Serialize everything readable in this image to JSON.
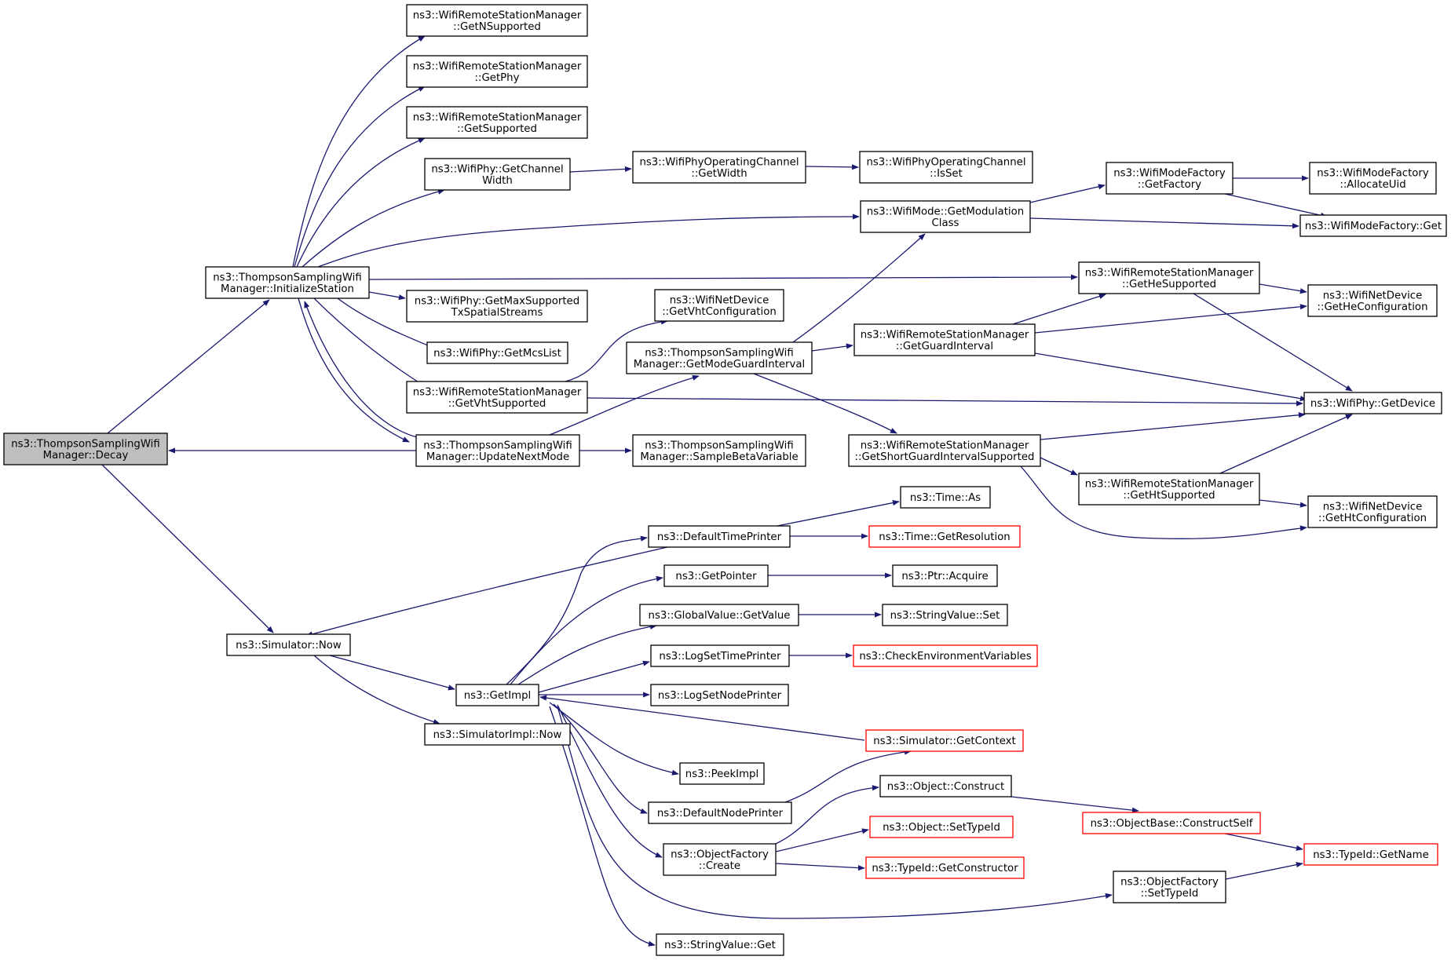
{
  "colors": {
    "edge": "#191970",
    "node_fill": "#ffffff",
    "node_border": "#000000",
    "current_fill": "#bfbfbf",
    "truncated_border": "#ff0000"
  },
  "nodes": [
    {
      "id": "decay",
      "lines": [
        "ns3::ThompsonSamplingWifi",
        "Manager::Decay"
      ],
      "current": true
    },
    {
      "id": "initstation",
      "lines": [
        "ns3::ThompsonSamplingWifi",
        "Manager::InitializeStation"
      ]
    },
    {
      "id": "simnow",
      "lines": [
        "ns3::Simulator::Now"
      ]
    },
    {
      "id": "getnsupported",
      "lines": [
        "ns3::WifiRemoteStationManager",
        "::GetNSupported"
      ]
    },
    {
      "id": "getphy",
      "lines": [
        "ns3::WifiRemoteStationManager",
        "::GetPhy"
      ]
    },
    {
      "id": "getsupported",
      "lines": [
        "ns3::WifiRemoteStationManager",
        "::GetSupported"
      ]
    },
    {
      "id": "getchannelwidth",
      "lines": [
        "ns3::WifiPhy::GetChannel",
        "Width"
      ]
    },
    {
      "id": "getmaxsupported",
      "lines": [
        "ns3::WifiPhy::GetMaxSupported",
        "TxSpatialStreams"
      ]
    },
    {
      "id": "getmcslist",
      "lines": [
        "ns3::WifiPhy::GetMcsList"
      ]
    },
    {
      "id": "getvhtsupported",
      "lines": [
        "ns3::WifiRemoteStationManager",
        "::GetVhtSupported"
      ]
    },
    {
      "id": "updatenextmode",
      "lines": [
        "ns3::ThompsonSamplingWifi",
        "Manager::UpdateNextMode"
      ]
    },
    {
      "id": "getimpl",
      "lines": [
        "ns3::GetImpl"
      ]
    },
    {
      "id": "simimplnow",
      "lines": [
        "ns3::SimulatorImpl::Now"
      ]
    },
    {
      "id": "opchanwidth",
      "lines": [
        "ns3::WifiPhyOperatingChannel",
        "::GetWidth"
      ]
    },
    {
      "id": "getvhtconfig",
      "lines": [
        "ns3::WifiNetDevice",
        "::GetVhtConfiguration"
      ]
    },
    {
      "id": "getmodeguard",
      "lines": [
        "ns3::ThompsonSamplingWifi",
        "Manager::GetModeGuardInterval"
      ]
    },
    {
      "id": "samplebeta",
      "lines": [
        "ns3::ThompsonSamplingWifi",
        "Manager::SampleBetaVariable"
      ]
    },
    {
      "id": "defaulttimeprinter",
      "lines": [
        "ns3::DefaultTimePrinter"
      ]
    },
    {
      "id": "getpointer",
      "lines": [
        "ns3::GetPointer"
      ]
    },
    {
      "id": "globalgetvalue",
      "lines": [
        "ns3::GlobalValue::GetValue"
      ]
    },
    {
      "id": "logsettimeprinter",
      "lines": [
        "ns3::LogSetTimePrinter"
      ]
    },
    {
      "id": "logsetnodeprinter",
      "lines": [
        "ns3::LogSetNodePrinter"
      ]
    },
    {
      "id": "peekimpl",
      "lines": [
        "ns3::PeekImpl"
      ]
    },
    {
      "id": "defaultnodeprinter",
      "lines": [
        "ns3::DefaultNodePrinter"
      ]
    },
    {
      "id": "objfactorycreate",
      "lines": [
        "ns3::ObjectFactory",
        "::Create"
      ]
    },
    {
      "id": "stringvalueget",
      "lines": [
        "ns3::StringValue::Get"
      ]
    },
    {
      "id": "opchanisset",
      "lines": [
        "ns3::WifiPhyOperatingChannel",
        "::IsSet"
      ]
    },
    {
      "id": "getmodclass",
      "lines": [
        "ns3::WifiMode::GetModulation",
        "Class"
      ]
    },
    {
      "id": "getguardinterval",
      "lines": [
        "ns3::WifiRemoteStationManager",
        "::GetGuardInterval"
      ]
    },
    {
      "id": "getshortgi",
      "lines": [
        "ns3::WifiRemoteStationManager",
        "::GetShortGuardIntervalSupported"
      ]
    },
    {
      "id": "timeas",
      "lines": [
        "ns3::Time::As"
      ]
    },
    {
      "id": "timegetres",
      "lines": [
        "ns3::Time::GetResolution"
      ],
      "truncated": true
    },
    {
      "id": "ptracquire",
      "lines": [
        "ns3::Ptr::Acquire"
      ]
    },
    {
      "id": "stringvalueset",
      "lines": [
        "ns3::StringValue::Set"
      ]
    },
    {
      "id": "checkenv",
      "lines": [
        "ns3::CheckEnvironmentVariables"
      ],
      "truncated": true
    },
    {
      "id": "simgetcontext",
      "lines": [
        "ns3::Simulator::GetContext"
      ],
      "truncated": true
    },
    {
      "id": "objconstruct",
      "lines": [
        "ns3::Object::Construct"
      ]
    },
    {
      "id": "objsettypeid",
      "lines": [
        "ns3::Object::SetTypeId"
      ],
      "truncated": true
    },
    {
      "id": "typeidgetctor",
      "lines": [
        "ns3::TypeId::GetConstructor"
      ],
      "truncated": true
    },
    {
      "id": "modefactoryget",
      "lines": [
        "ns3::WifiModeFactory",
        "::GetFactory"
      ]
    },
    {
      "id": "getheSupported",
      "lines": [
        "ns3::WifiRemoteStationManager",
        "::GetHeSupported"
      ]
    },
    {
      "id": "gethtsupported",
      "lines": [
        "ns3::WifiRemoteStationManager",
        "::GetHtSupported"
      ]
    },
    {
      "id": "constructself",
      "lines": [
        "ns3::ObjectBase::ConstructSelf"
      ],
      "truncated": true
    },
    {
      "id": "objfactsettypeid",
      "lines": [
        "ns3::ObjectFactory",
        "::SetTypeId"
      ]
    },
    {
      "id": "allocateuid",
      "lines": [
        "ns3::WifiModeFactory",
        "::AllocateUid"
      ]
    },
    {
      "id": "wifimodefactoryget",
      "lines": [
        "ns3::WifiModeFactory::Get"
      ]
    },
    {
      "id": "getheconfig",
      "lines": [
        "ns3::WifiNetDevice",
        "::GetHeConfiguration"
      ]
    },
    {
      "id": "phygetdevice",
      "lines": [
        "ns3::WifiPhy::GetDevice"
      ]
    },
    {
      "id": "gethtconfig",
      "lines": [
        "ns3::WifiNetDevice",
        "::GetHtConfiguration"
      ]
    },
    {
      "id": "typeidgetname",
      "lines": [
        "ns3::TypeId::GetName"
      ],
      "truncated": true
    }
  ],
  "edges": [
    [
      "decay",
      "initstation"
    ],
    [
      "decay",
      "simnow"
    ],
    [
      "initstation",
      "getnsupported"
    ],
    [
      "initstation",
      "getphy"
    ],
    [
      "initstation",
      "getsupported"
    ],
    [
      "initstation",
      "getchannelwidth"
    ],
    [
      "initstation",
      "getmodclass"
    ],
    [
      "initstation",
      "getheSupported"
    ],
    [
      "initstation",
      "getmaxsupported"
    ],
    [
      "initstation",
      "getmcslist"
    ],
    [
      "initstation",
      "getvhtsupported"
    ],
    [
      "initstation",
      "updatenextmode"
    ],
    [
      "updatenextmode",
      "initstation"
    ],
    [
      "updatenextmode",
      "decay"
    ],
    [
      "updatenextmode",
      "getmodeguard"
    ],
    [
      "updatenextmode",
      "samplebeta"
    ],
    [
      "getchannelwidth",
      "opchanwidth"
    ],
    [
      "opchanwidth",
      "opchanisset"
    ],
    [
      "getvhtsupported",
      "getvhtconfig"
    ],
    [
      "getvhtsupported",
      "phygetdevice"
    ],
    [
      "getmodeguard",
      "getmodclass"
    ],
    [
      "getmodeguard",
      "getguardinterval"
    ],
    [
      "getmodeguard",
      "getshortgi"
    ],
    [
      "getmodclass",
      "modefactoryget"
    ],
    [
      "getmodclass",
      "wifimodefactoryget"
    ],
    [
      "modefactoryget",
      "allocateuid"
    ],
    [
      "modefactoryget",
      "wifimodefactoryget"
    ],
    [
      "getguardinterval",
      "getheSupported"
    ],
    [
      "getguardinterval",
      "getheconfig"
    ],
    [
      "getguardinterval",
      "phygetdevice"
    ],
    [
      "getheSupported",
      "getheconfig"
    ],
    [
      "getheSupported",
      "phygetdevice"
    ],
    [
      "getshortgi",
      "phygetdevice"
    ],
    [
      "getshortgi",
      "gethtsupported"
    ],
    [
      "getshortgi",
      "gethtconfig"
    ],
    [
      "gethtsupported",
      "phygetdevice"
    ],
    [
      "gethtsupported",
      "gethtconfig"
    ],
    [
      "simnow",
      "getimpl"
    ],
    [
      "simnow",
      "simimplnow"
    ],
    [
      "defaulttimeprinter",
      "simnow"
    ],
    [
      "defaulttimeprinter",
      "timeas"
    ],
    [
      "defaulttimeprinter",
      "timegetres"
    ],
    [
      "getimpl",
      "defaulttimeprinter"
    ],
    [
      "getimpl",
      "getpointer"
    ],
    [
      "getimpl",
      "globalgetvalue"
    ],
    [
      "getimpl",
      "logsettimeprinter"
    ],
    [
      "getimpl",
      "logsetnodeprinter"
    ],
    [
      "getimpl",
      "peekimpl"
    ],
    [
      "getimpl",
      "defaultnodeprinter"
    ],
    [
      "getimpl",
      "objfactorycreate"
    ],
    [
      "getimpl",
      "objfactsettypeid"
    ],
    [
      "getimpl",
      "stringvalueget"
    ],
    [
      "simgetcontext",
      "getimpl"
    ],
    [
      "getpointer",
      "ptracquire"
    ],
    [
      "globalgetvalue",
      "stringvalueset"
    ],
    [
      "logsettimeprinter",
      "checkenv"
    ],
    [
      "defaultnodeprinter",
      "simgetcontext"
    ],
    [
      "objfactorycreate",
      "objconstruct"
    ],
    [
      "objfactorycreate",
      "objsettypeid"
    ],
    [
      "objfactorycreate",
      "typeidgetctor"
    ],
    [
      "objconstruct",
      "constructself"
    ],
    [
      "constructself",
      "typeidgetname"
    ],
    [
      "objfactsettypeid",
      "typeidgetname"
    ]
  ]
}
